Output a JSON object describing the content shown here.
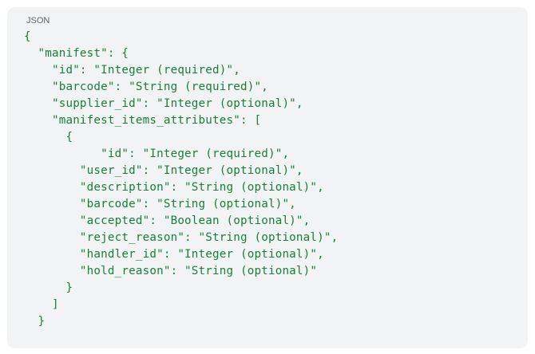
{
  "code_block": {
    "language_label": "JSON",
    "lines": [
      "{",
      "  \"manifest\": {",
      "    \"id\": \"Integer (required)\",",
      "    \"barcode\": \"String (required)\",",
      "    \"supplier_id\": \"Integer (optional)\",",
      "    \"manifest_items_attributes\": [",
      "      {",
      "           \"id\": \"Integer (required)\",",
      "        \"user_id\": \"Integer (optional)\",",
      "        \"description\": \"String (optional)\",",
      "        \"barcode\": \"String (optional)\",",
      "        \"accepted\": \"Boolean (optional)\",",
      "        \"reject_reason\": \"String (optional)\",",
      "        \"handler_id\": \"Integer (optional)\",",
      "        \"hold_reason\": \"String (optional)\"",
      "      }",
      "    ]",
      "  }"
    ]
  }
}
